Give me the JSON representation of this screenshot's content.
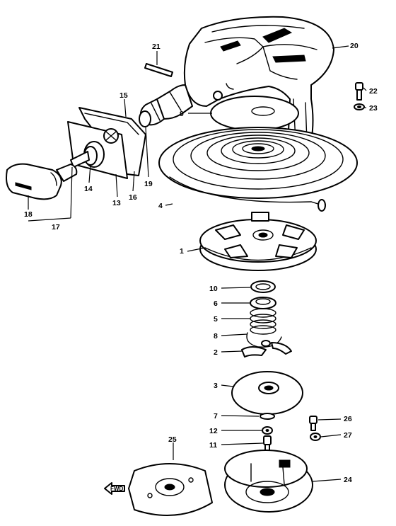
{
  "diagram": {
    "type": "exploded-parts-diagram",
    "forward_marker": "FWD",
    "callouts": [
      {
        "id": "c20",
        "text": "20"
      },
      {
        "id": "c21",
        "text": "21"
      },
      {
        "id": "c22",
        "text": "22"
      },
      {
        "id": "c23",
        "text": "23"
      },
      {
        "id": "c15",
        "text": "15"
      },
      {
        "id": "c9",
        "text": "9"
      },
      {
        "id": "c19",
        "text": "19"
      },
      {
        "id": "c16",
        "text": "16"
      },
      {
        "id": "c13",
        "text": "13"
      },
      {
        "id": "c14",
        "text": "14"
      },
      {
        "id": "c18",
        "text": "18"
      },
      {
        "id": "c17",
        "text": "17"
      },
      {
        "id": "c4",
        "text": "4"
      },
      {
        "id": "c1",
        "text": "1"
      },
      {
        "id": "c10",
        "text": "10"
      },
      {
        "id": "c6",
        "text": "6"
      },
      {
        "id": "c5",
        "text": "5"
      },
      {
        "id": "c8",
        "text": "8"
      },
      {
        "id": "c2",
        "text": "2"
      },
      {
        "id": "c3",
        "text": "3"
      },
      {
        "id": "c7",
        "text": "7"
      },
      {
        "id": "c12",
        "text": "12"
      },
      {
        "id": "c11",
        "text": "11"
      },
      {
        "id": "c25",
        "text": "25"
      },
      {
        "id": "c26",
        "text": "26"
      },
      {
        "id": "c27",
        "text": "27"
      },
      {
        "id": "c24",
        "text": "24"
      }
    ]
  }
}
